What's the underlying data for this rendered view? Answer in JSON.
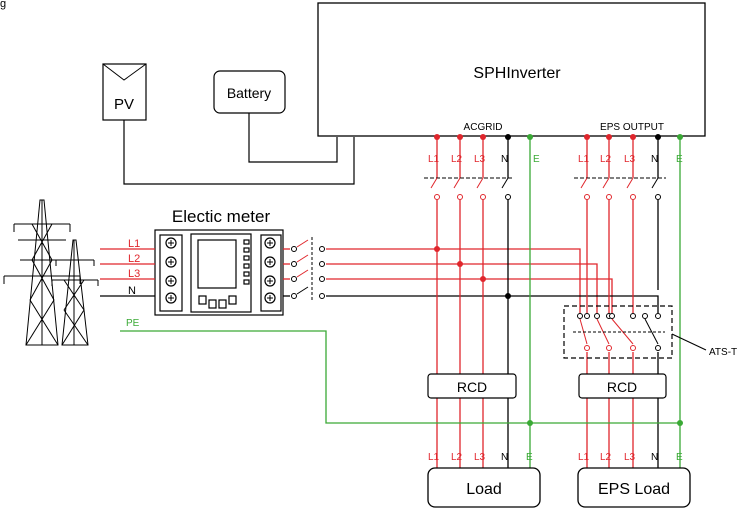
{
  "header": {
    "corner_text": "g"
  },
  "inverter": {
    "title": "SPHInverter",
    "acgrid_label": "ACGRID",
    "eps_output_label": "EPS OUTPUT"
  },
  "pv": {
    "label": "PV"
  },
  "battery": {
    "label": "Battery"
  },
  "meter": {
    "title": "Electic meter",
    "lines": [
      "L1",
      "L2",
      "L3",
      "N"
    ],
    "pe_label": "PE"
  },
  "grid_terminals": [
    "L1",
    "L2",
    "L3",
    "N",
    "E"
  ],
  "eps_terminals": [
    "L1",
    "L2",
    "L3",
    "N",
    "E"
  ],
  "rcd": {
    "left_label": "RCD",
    "right_label": "RCD"
  },
  "ats": {
    "label": "ATS-T"
  },
  "load": {
    "label": "Load",
    "terminals": [
      "L1",
      "L2",
      "L3",
      "N",
      "E"
    ]
  },
  "eps_load": {
    "label": "EPS Load",
    "terminals": [
      "L1",
      "L2",
      "L3",
      "N",
      "E"
    ]
  },
  "colors": {
    "phase": "#e0262c",
    "neutral": "#000000",
    "earth": "#3aa935",
    "box": "#000000"
  }
}
